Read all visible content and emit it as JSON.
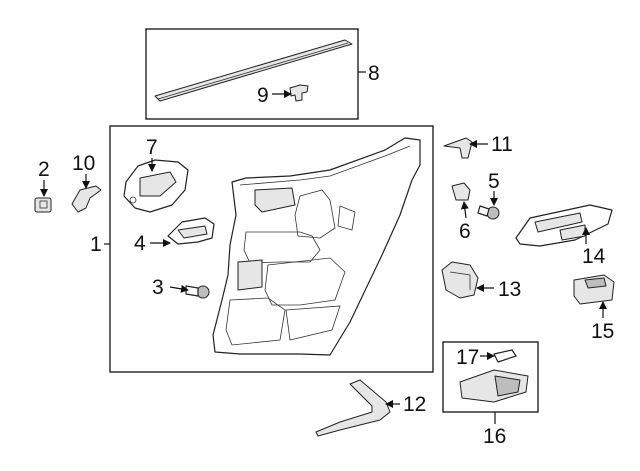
{
  "callouts": {
    "c1": "1",
    "c2": "2",
    "c3": "3",
    "c4": "4",
    "c5": "5",
    "c6": "6",
    "c7": "7",
    "c8": "8",
    "c9": "9",
    "c10": "10",
    "c11": "11",
    "c12": "12",
    "c13": "13",
    "c14": "14",
    "c15": "15",
    "c16": "16",
    "c17": "17"
  },
  "colors": {
    "line": "#111111",
    "background": "#ffffff",
    "shade": "#e6e6e6"
  }
}
